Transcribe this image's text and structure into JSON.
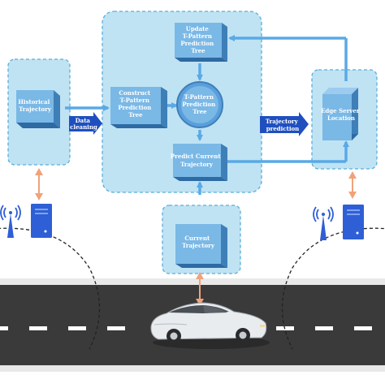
{
  "nodes": {
    "historical": {
      "lines": [
        "Historical",
        "Trajectory"
      ]
    },
    "construct": {
      "lines": [
        "Construct",
        "T-Pattern",
        "Prediction",
        "Tree"
      ]
    },
    "tree": {
      "lines": [
        "T-Pattern",
        "Prediction",
        "Tree"
      ]
    },
    "update": {
      "lines": [
        "Update",
        "T-Pattern",
        "Prediction",
        "Tree"
      ]
    },
    "predict": {
      "lines": [
        "Predict Current",
        "Trajectory"
      ]
    },
    "current": {
      "lines": [
        "Current",
        "Trajectory"
      ]
    },
    "edge": {
      "lines": [
        "Edge Server",
        "Location"
      ]
    }
  },
  "arrows": {
    "data_cleaning": {
      "lines": [
        "Data",
        "cleaning"
      ]
    },
    "trajectory_prediction": {
      "lines": [
        "Trajectory",
        "prediction"
      ]
    }
  },
  "colors": {
    "panel_fill": "#bfe3f3",
    "panel_border": "#5aaedb",
    "box_front": "#7ab8e6",
    "box_side": "#3f7fb8",
    "connector": "#5aa9e6",
    "label_arrow": "#1f4fbf",
    "bidir_arrow": "#f0a27a",
    "antenna": "#2f5fd6",
    "server": "#2f5fd6",
    "road": "#3a3a3a",
    "car": "#e9ecef"
  },
  "icons": [
    "antenna-icon",
    "server-icon",
    "car-icon"
  ]
}
